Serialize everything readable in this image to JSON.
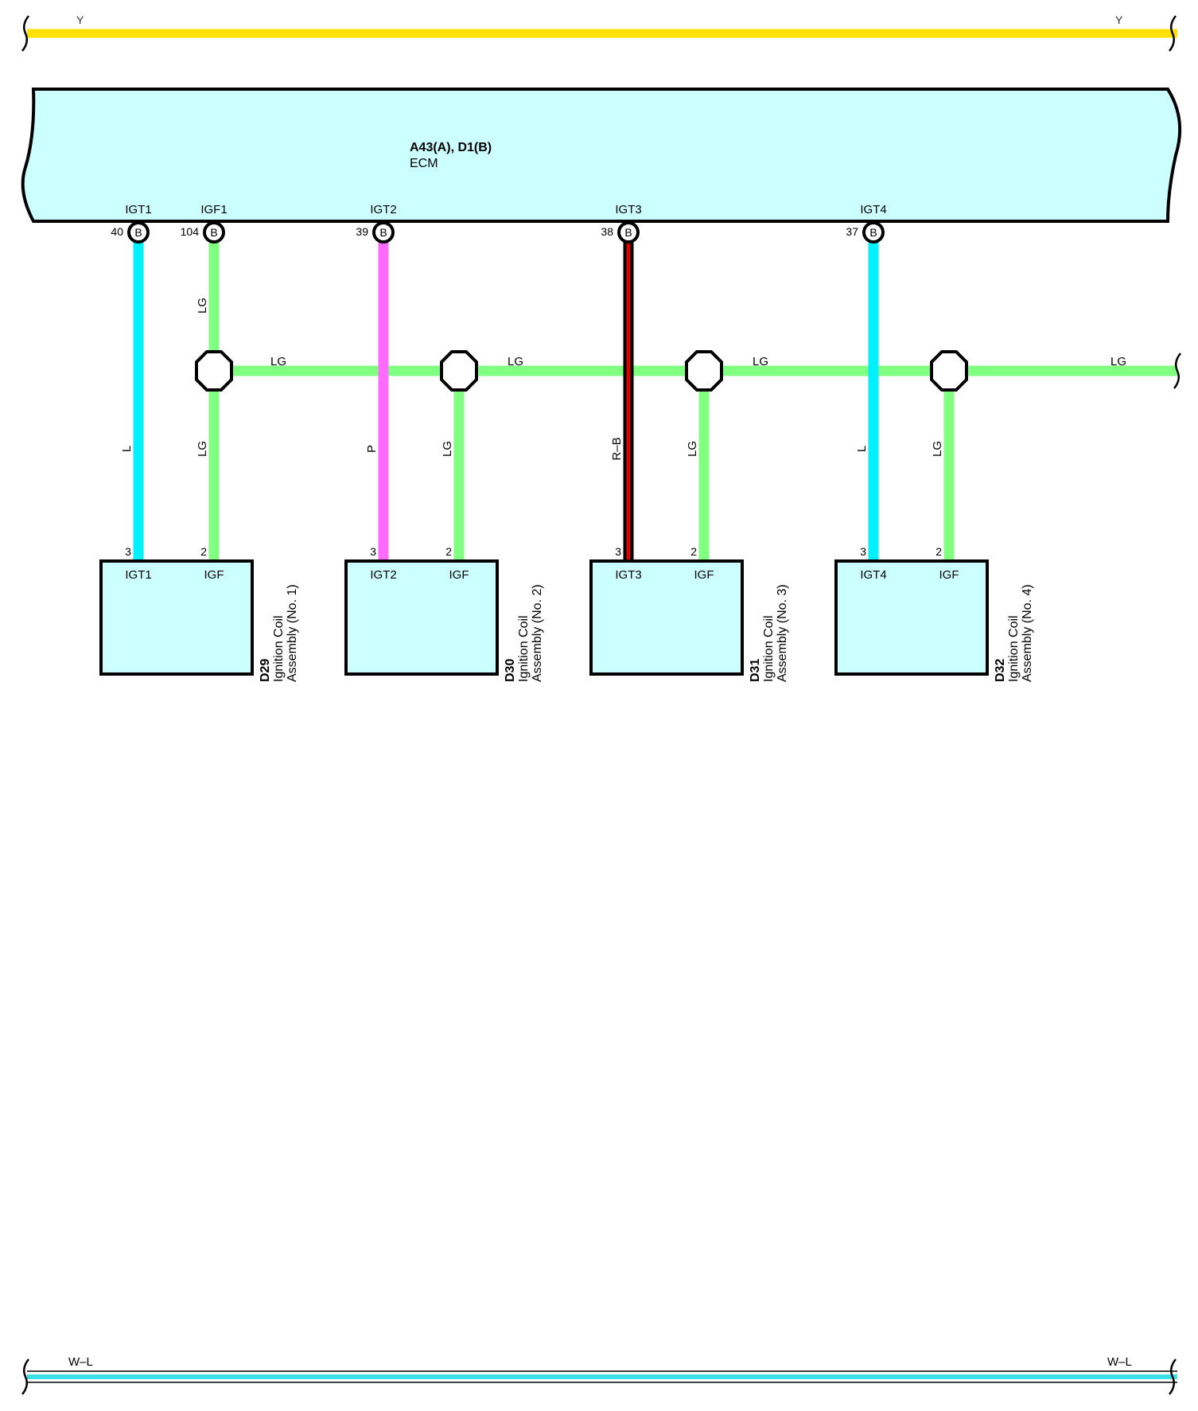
{
  "bus_top": {
    "color_code": "Y",
    "color": "#ffe000"
  },
  "bus_bottom": {
    "color_code": "W–L",
    "color": "#3de0e6"
  },
  "ecm": {
    "connectors": "A43(A), D1(B)",
    "name": "ECM",
    "fill": "#ccffff",
    "pins": [
      {
        "label": "IGT1",
        "number": "40",
        "connector": "B"
      },
      {
        "label": "IGF1",
        "number": "104",
        "connector": "B"
      },
      {
        "label": "IGT2",
        "number": "39",
        "connector": "B"
      },
      {
        "label": "IGT3",
        "number": "38",
        "connector": "B"
      },
      {
        "label": "IGT4",
        "number": "37",
        "connector": "B"
      }
    ]
  },
  "wires": {
    "igt1": {
      "color_code": "L",
      "color": "#00f0ff"
    },
    "igf_upper": {
      "color_code": "LG",
      "color": "#80ff80"
    },
    "igf_bus": [
      "LG",
      "LG",
      "LG",
      "LG"
    ],
    "igt2": {
      "color_code": "P",
      "color": "#ff6aff"
    },
    "igt3": {
      "color_code": "R–B",
      "color": "#e00000"
    },
    "igt4": {
      "color_code": "L",
      "color": "#00f0ff"
    },
    "coil_igf": [
      "LG",
      "LG",
      "LG",
      "LG"
    ]
  },
  "coils": [
    {
      "code": "D29",
      "line1": "Ignition Coil",
      "line2": "Assembly (No.  1)",
      "pin_igt": "IGT1",
      "pin_igf": "IGF",
      "num_igt": "3",
      "num_igf": "2"
    },
    {
      "code": "D30",
      "line1": "Ignition Coil",
      "line2": "Assembly (No.  2)",
      "pin_igt": "IGT2",
      "pin_igf": "IGF",
      "num_igt": "3",
      "num_igf": "2"
    },
    {
      "code": "D31",
      "line1": "Ignition Coil",
      "line2": "Assembly (No.  3)",
      "pin_igt": "IGT3",
      "pin_igf": "IGF",
      "num_igt": "3",
      "num_igf": "2"
    },
    {
      "code": "D32",
      "line1": "Ignition Coil",
      "line2": "Assembly (No.  4)",
      "pin_igt": "IGT4",
      "pin_igf": "IGF",
      "num_igt": "3",
      "num_igf": "2"
    }
  ]
}
